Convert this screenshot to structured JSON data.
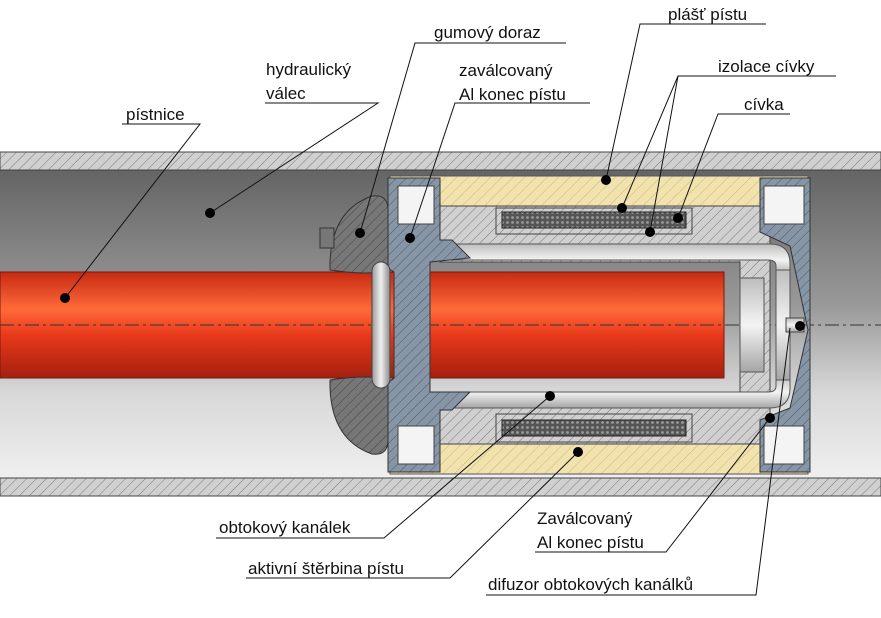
{
  "labels": {
    "pistnice": "pístnice",
    "hydraulicky_1": "hydraulický",
    "hydraulicky_2": "válec",
    "gumovy_doraz": "gumový doraz",
    "zavalcovany_top_1": "zaválcovaný",
    "zavalcovany_top_2": "Al konec pístu",
    "plast_pistu": "plášť pístu",
    "izolace_civky": "izolace cívky",
    "civka": "cívka",
    "obtokovy_kanalek": "obtokový kanálek",
    "aktivni_sterbina": "aktivní štěrbina pístu",
    "zavalcovany_bottom_1": "Zaválcovaný",
    "zavalcovany_bottom_2": "Al konec pístu",
    "difuzor": "difuzor obtokových kanálků"
  },
  "colors": {
    "rod": "#e8381a",
    "cylinder_interior": "#8a8a8a",
    "cylinder_wall": "#a8a8a8",
    "piston_shell": "#f2e3b0",
    "piston_body": "#c9c9c9",
    "aluminium_end": "#8a98a8",
    "rubber_stop": "#6e6e6e",
    "coil": "#4a4a4a"
  }
}
